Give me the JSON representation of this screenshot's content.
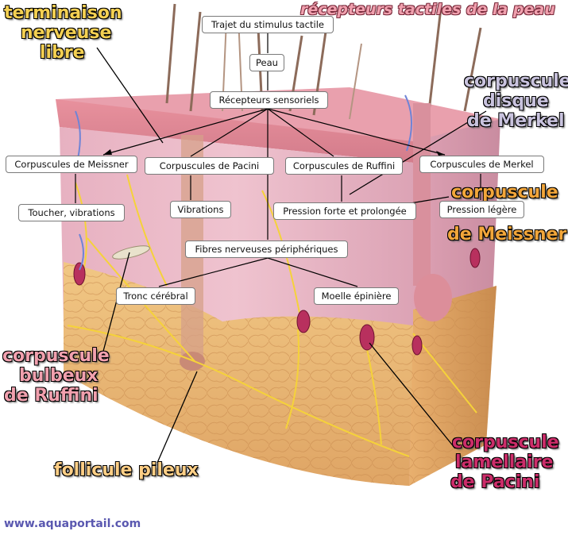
{
  "title": "récepteurs tactiles de la peau",
  "watermark": "www.aquaportail.com",
  "labels": {
    "terminaison": [
      "terminaison",
      "nerveuse",
      "libre"
    ],
    "merkel": [
      "corpuscule",
      "disque",
      "de Merkel"
    ],
    "meissner": [
      "corpuscule",
      "de Meissner"
    ],
    "ruffini": [
      "corpuscule",
      "bulbeux",
      "de Ruffini"
    ],
    "follicule": "follicule pileux",
    "pacini": [
      "corpuscule",
      "lamellaire",
      "de Pacini"
    ]
  },
  "concept_map": {
    "trajet": "Trajet du stimulus tactile",
    "peau": "Peau",
    "recepteurs": "Récepteurs sensoriels",
    "meissner": "Corpuscules de Meissner",
    "pacini": "Corpuscules de Pacini",
    "ruffini": "Corpuscules de Ruffini",
    "merkel": "Corpuscules de Merkel",
    "toucher": "Toucher, vibrations",
    "vibrations": "Vibrations",
    "pression_forte": "Pression forte et prolongée",
    "pression_legere": "Pression légère",
    "fibres": "Fibres nerveuses périphériques",
    "tronc": "Tronc cérébral",
    "moelle": "Moelle épinière"
  }
}
